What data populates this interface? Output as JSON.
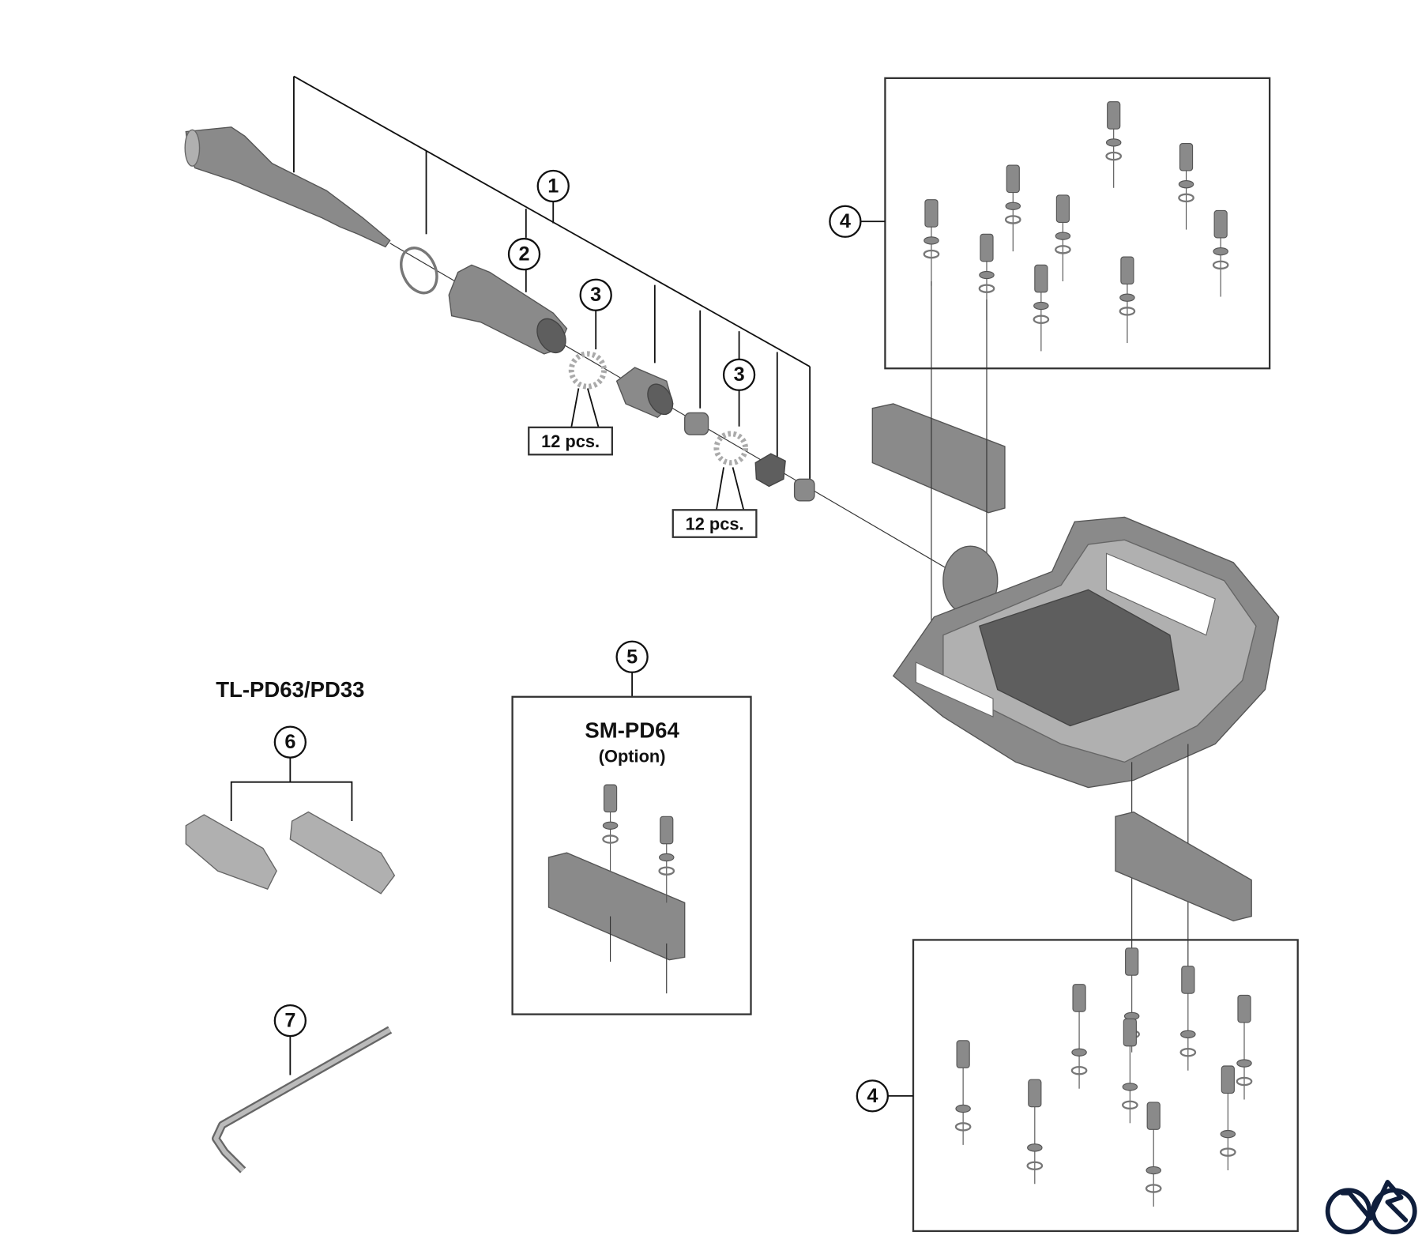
{
  "callouts": {
    "axle_assembly": "1",
    "cone_unit": "2",
    "balls_inner": "3",
    "balls_outer": "3",
    "pins_top": "4",
    "pins_bottom": "4",
    "option_pins": "5",
    "socket_tool": "6",
    "hex_wrench": "7"
  },
  "quantity_labels": {
    "balls_inner": "12 pcs.",
    "balls_outer": "12 pcs."
  },
  "tool_model": "TL-PD63/PD33",
  "option_box": {
    "model": "SM-PD64",
    "note": "(Option)"
  },
  "colors": {
    "part": "#8a8a8a",
    "line": "#111111",
    "logo": "#0f1e3c"
  }
}
